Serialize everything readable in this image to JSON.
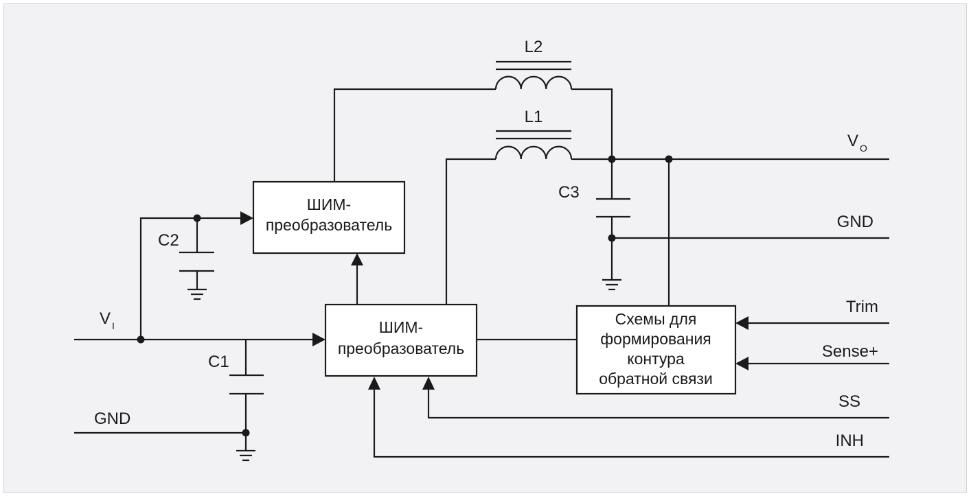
{
  "diagram": {
    "blocks": {
      "pwm_upper": {
        "line1": "ШИМ-",
        "line2": "преобразователь"
      },
      "pwm_lower": {
        "line1": "ШИМ-",
        "line2": "преобразователь"
      },
      "feedback": {
        "line1": "Схемы для",
        "line2": "формирования",
        "line3": "контура",
        "line4": "обратной связи"
      }
    },
    "components": {
      "L1": "L1",
      "L2": "L2",
      "C1": "C1",
      "C2": "C2",
      "C3": "C3"
    },
    "terminals": {
      "vi": {
        "main": "V",
        "sub": "I"
      },
      "vo": {
        "main": "V",
        "sub": "O"
      },
      "gnd_in": "GND",
      "gnd_out": "GND",
      "trim": "Trim",
      "sense": "Sense+",
      "ss": "SS",
      "inh": "INH"
    }
  }
}
